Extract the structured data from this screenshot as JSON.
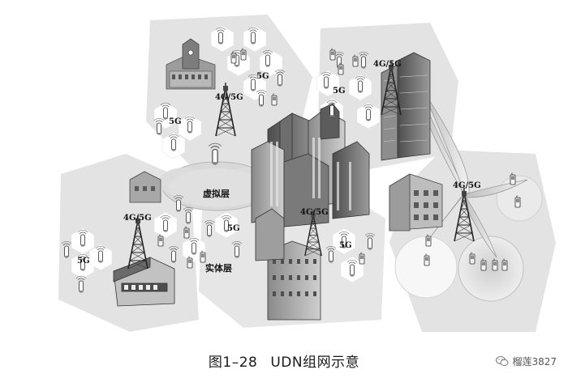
{
  "figure": {
    "labels": {
      "virtual_layer": "虚拟层",
      "physical_layer": "实体层",
      "g45_a": "4G/5G",
      "g45_b": "4G/5G",
      "g45_c": "4G/5G",
      "g45_d": "4G/5G",
      "g45_e": "4G/5G",
      "g5_a": "5G",
      "g5_b": "5G",
      "g5_c": "5G",
      "g5_d": "5G",
      "g5_e": "5G",
      "g5_f": "5G"
    }
  },
  "caption": {
    "number": "图1–28",
    "title": "UDN组网示意"
  },
  "watermark": {
    "text": "榴莲3827"
  }
}
